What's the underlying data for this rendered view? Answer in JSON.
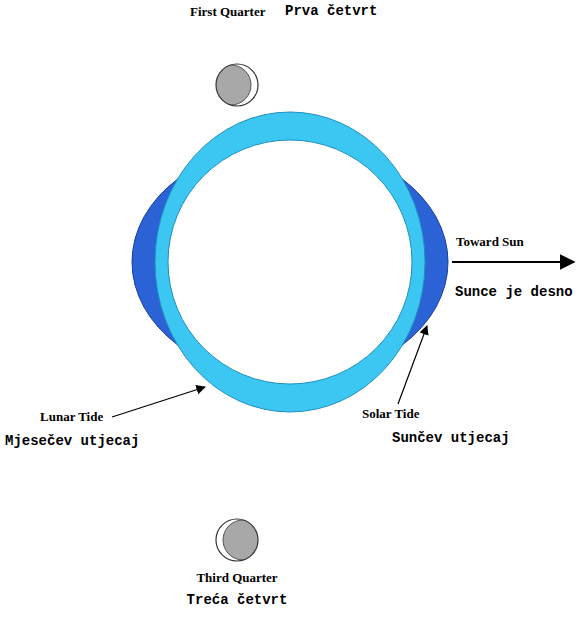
{
  "diagram": {
    "labels": [
      "First Quarter",
      "Prva četvrt",
      "Toward Sun",
      "Sunce je desno",
      "Solar Tide",
      "Sunčev utjecaj",
      "Lunar Tide",
      "Mjesečev utjecaj",
      "Third Quarter",
      "Treća četvrt"
    ]
  }
}
